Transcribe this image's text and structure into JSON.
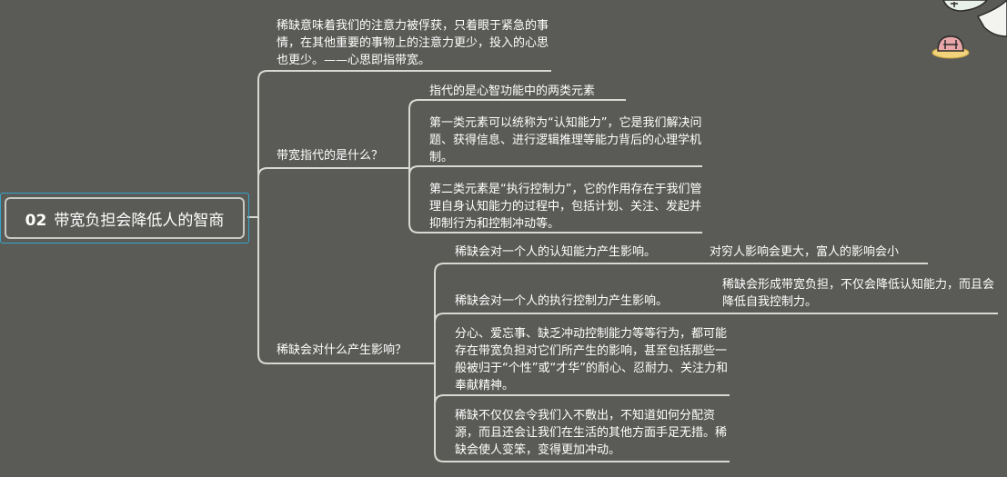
{
  "root": {
    "number": "02",
    "label": "带宽负担会降低人的智商"
  },
  "intro": "稀缺意味着我们的注意力被俘获，只着眼于紧急的事情，在其他重要的事物上的注意力更少，投入的心思也更少。——心思即指带宽。",
  "branch1": {
    "label": "带宽指代的是什么？",
    "children": [
      "指代的是心智功能中的两类元素",
      "第一类元素可以统称为“认知能力”，它是我们解决问题、获得信息、进行逻辑推理等能力背后的心理学机制。",
      "第二类元素是“执行控制力”，它的作用存在于我们管理自身认知能力的过程中，包括计划、关注、发起并抑制行为和控制冲动等。"
    ]
  },
  "branch2": {
    "label": "稀缺会对什么产生影响？",
    "children": [
      {
        "text": "稀缺会对一个人的认知能力产生影响。",
        "note": "对穷人影响会更大，富人的影响会小"
      },
      {
        "text": "稀缺会对一个人的执行控制力产生影响。",
        "note": "稀缺会形成带宽负担，不仅会降低认知能力，而且会降低自我控制力。"
      },
      {
        "text": "分心、爱忘事、缺乏冲动控制能力等等行为，都可能存在带宽负担对它们所产生的影响，甚至包括那些一般被归于“个性”或“才华”的耐心、忍耐力、关注力和奉献精神。"
      },
      {
        "text": "稀缺不仅仅会令我们入不敷出，不知道如何分配资源，而且还会让我们在生活的其他方面手足无措。稀缺会使人变笨，变得更加冲动。"
      }
    ]
  },
  "colors": {
    "background": "#5a5a56",
    "line": "#d9d9d4",
    "root_border": "#35a6c9"
  },
  "decoration": "cartoon-sticker-icon"
}
